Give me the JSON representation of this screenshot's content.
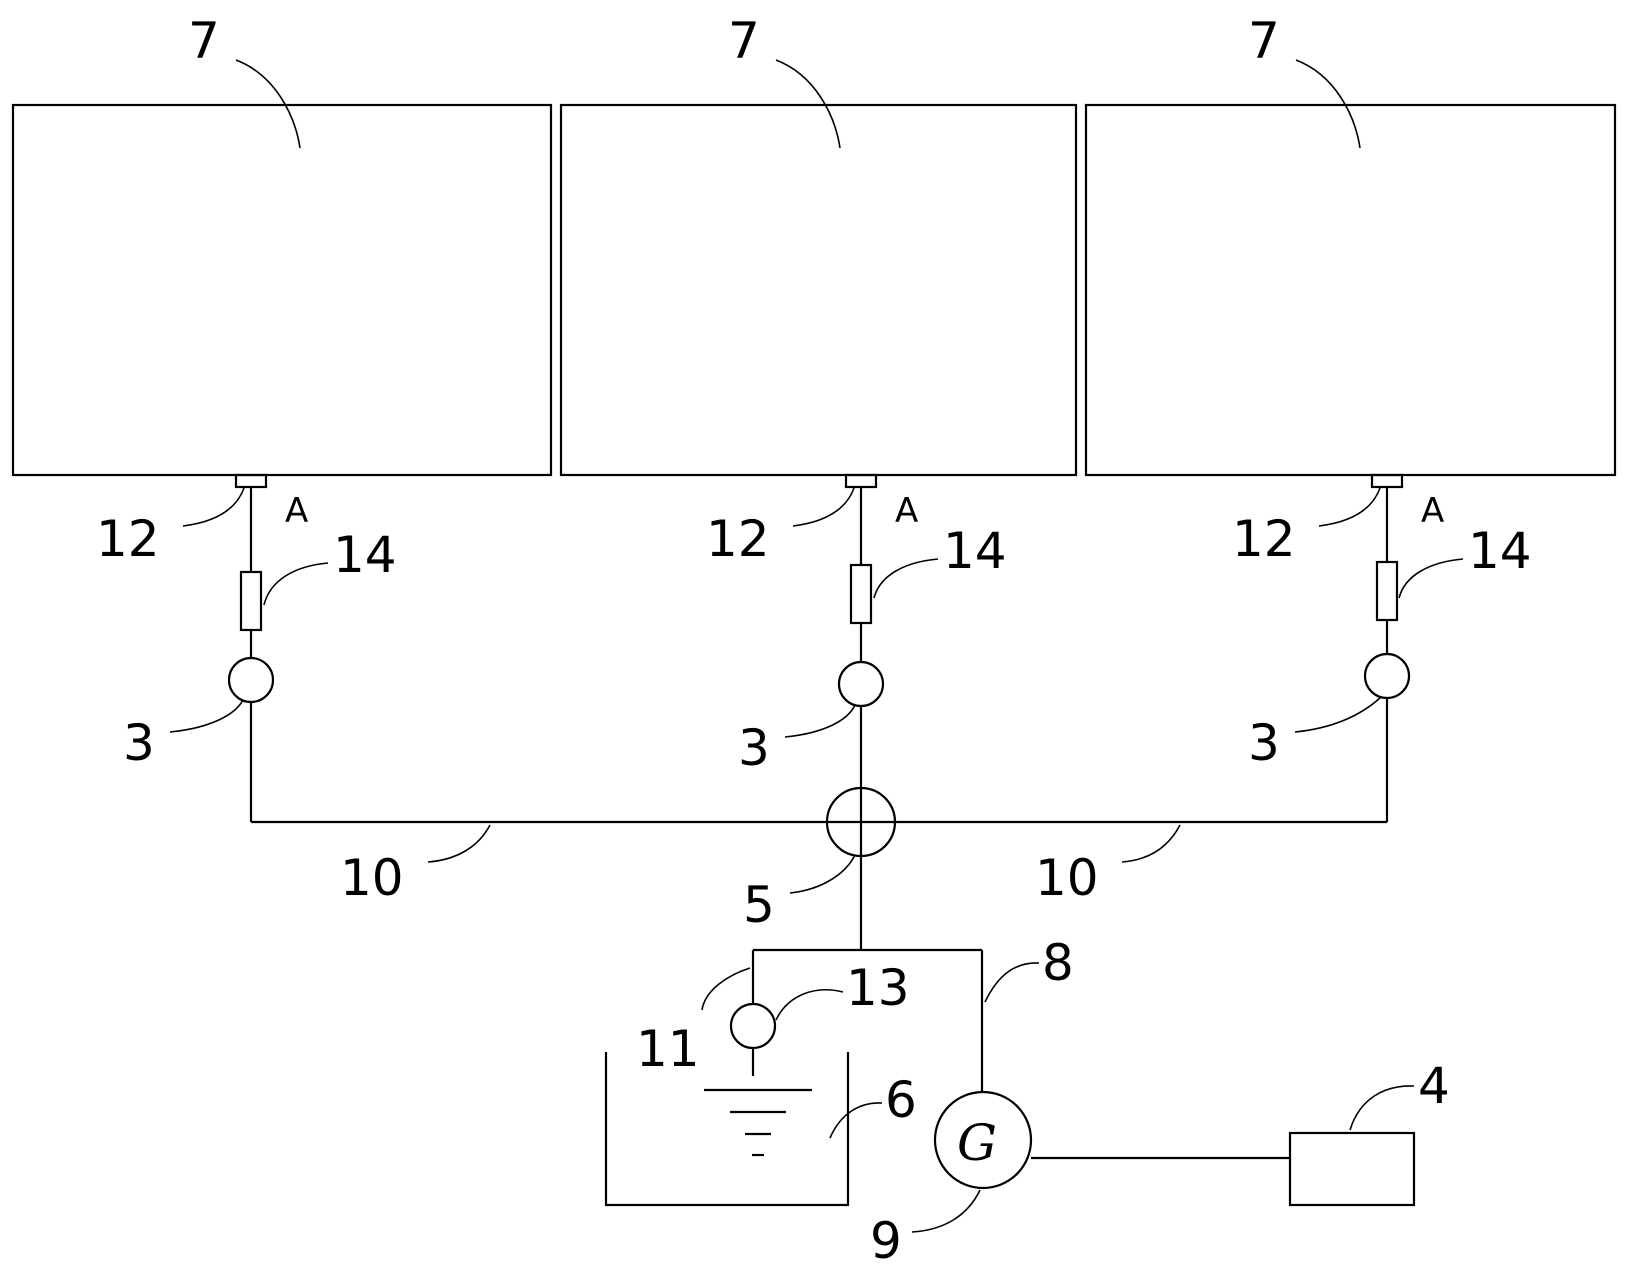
{
  "labels": {
    "cell": "7",
    "outlet": "12",
    "point": "A",
    "meter": "14",
    "valve": "3",
    "branch_pipe": "10",
    "main_valve": "5",
    "return_pipe": "8",
    "pipe_11": "11",
    "sensor": "13",
    "tank": "6",
    "generator": "9",
    "generator_symbol": "G",
    "controller": "4"
  },
  "colors": {
    "stroke": "#000000",
    "background": "#ffffff"
  }
}
